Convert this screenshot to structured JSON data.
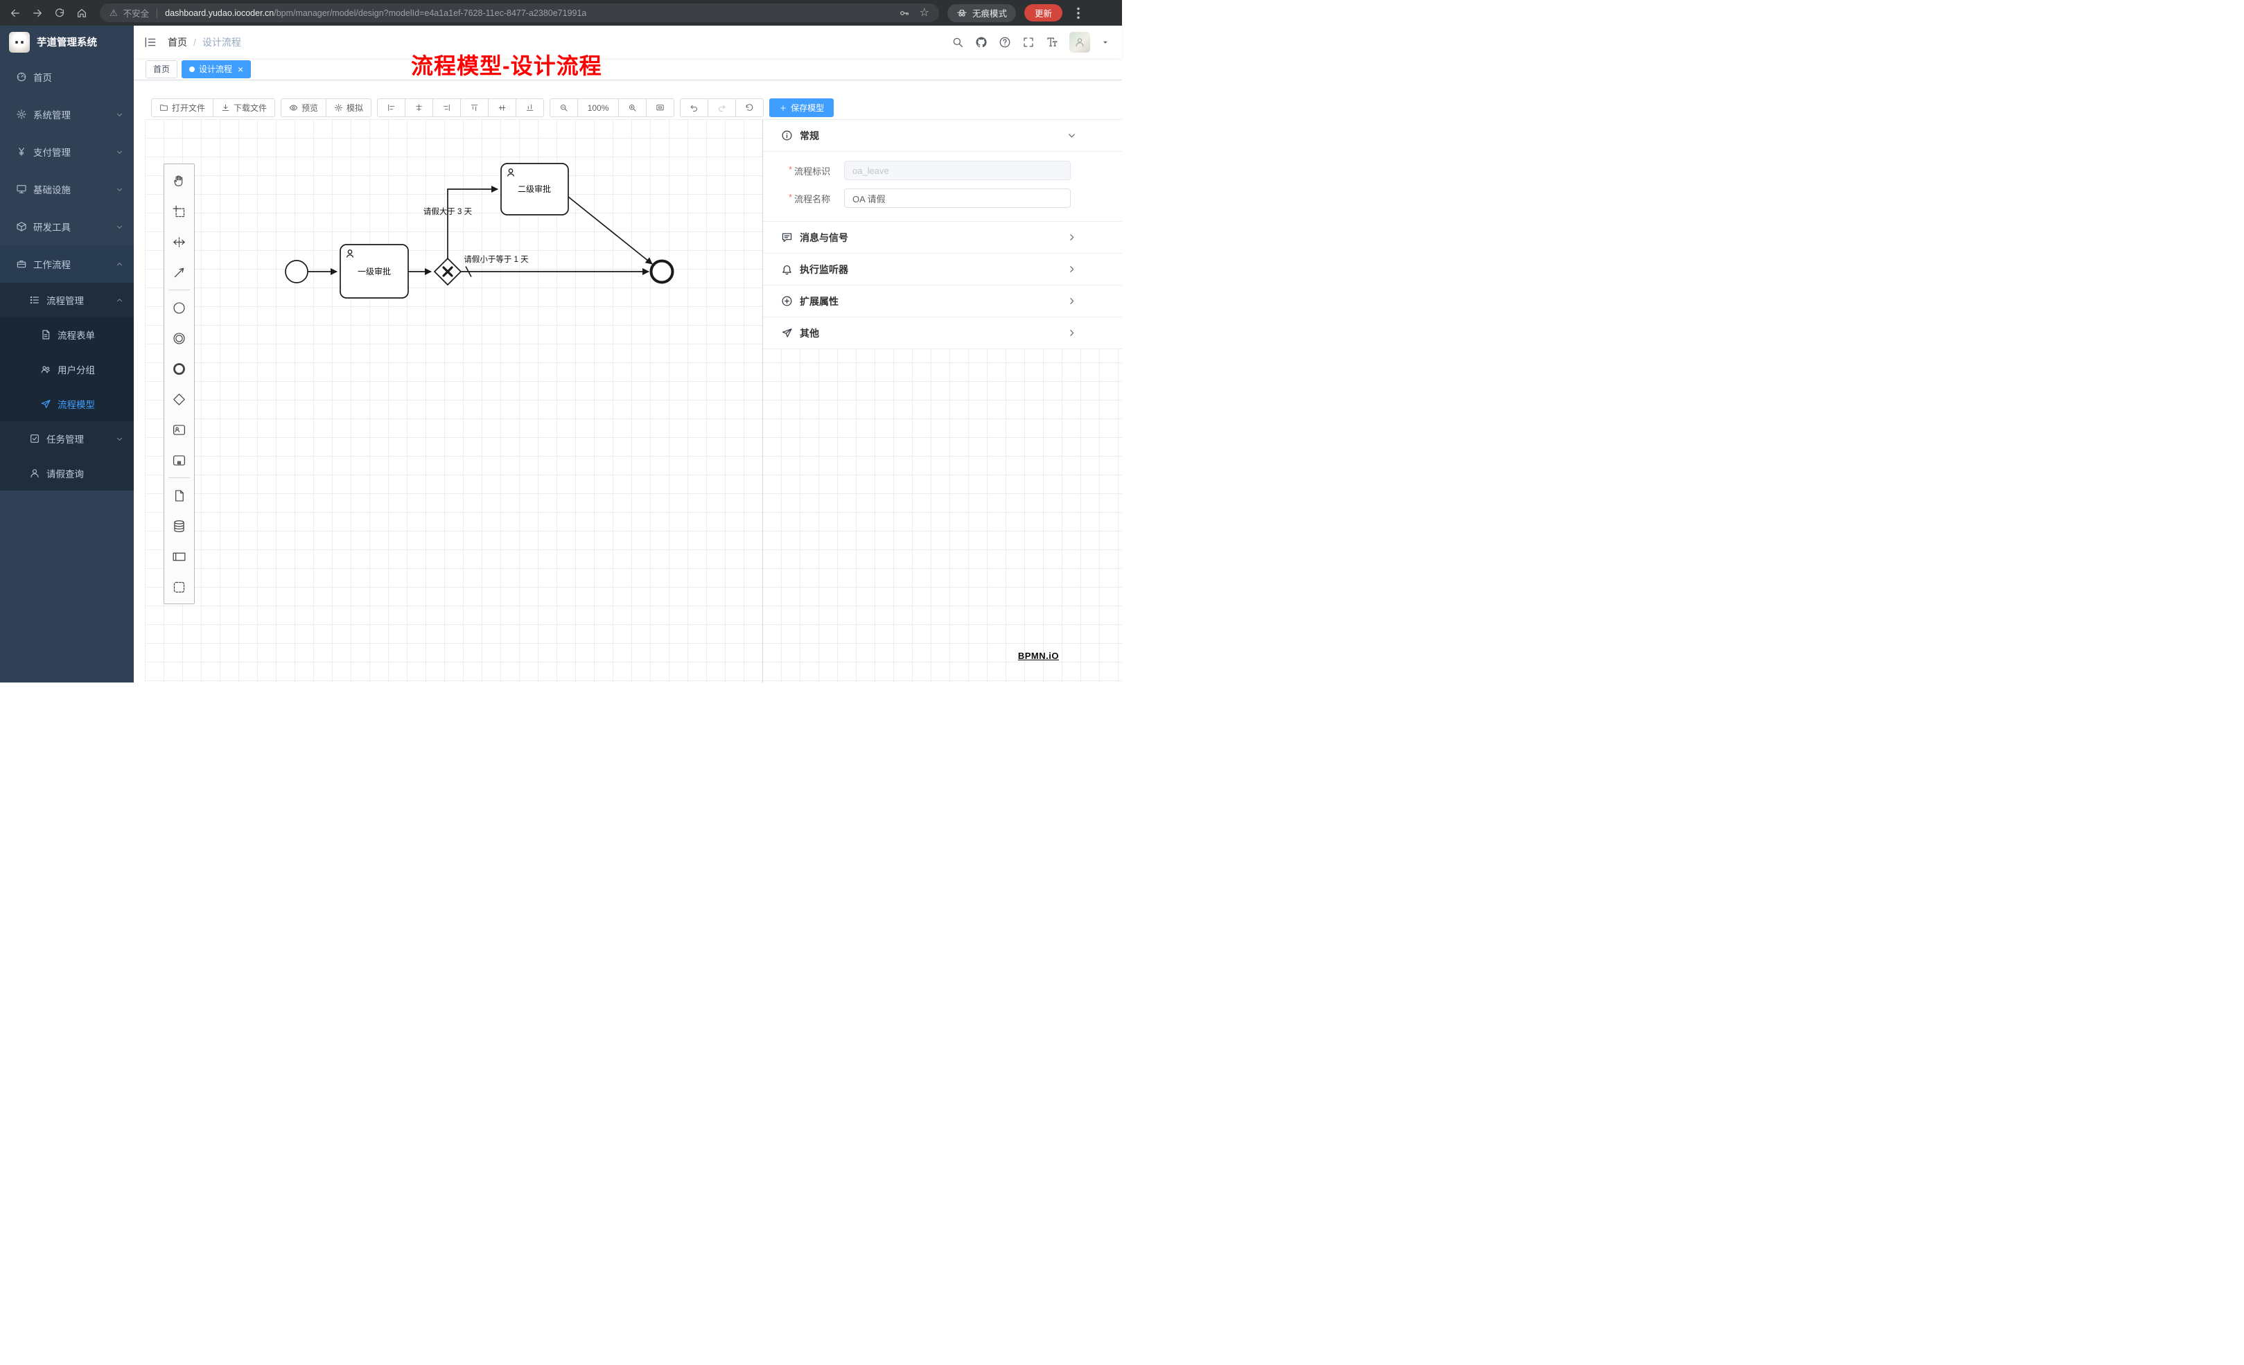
{
  "browser": {
    "security_label": "不安全",
    "url_domain": "dashboard.yudao.iocoder.cn",
    "url_path": "/bpm/manager/model/design?modelId=e4a1a1ef-7628-11ec-8477-a2380e71991a",
    "incognito_label": "无痕模式",
    "update_label": "更新"
  },
  "sidebar": {
    "logo_title": "芋道管理系统",
    "items": [
      {
        "label": "首页"
      },
      {
        "label": "系统管理"
      },
      {
        "label": "支付管理"
      },
      {
        "label": "基础设施"
      },
      {
        "label": "研发工具"
      },
      {
        "label": "工作流程"
      },
      {
        "label": "流程管理"
      },
      {
        "label": "流程表单"
      },
      {
        "label": "用户分组"
      },
      {
        "label": "流程模型"
      },
      {
        "label": "任务管理"
      },
      {
        "label": "请假查询"
      }
    ]
  },
  "header": {
    "breadcrumb_home": "首页",
    "breadcrumb_current": "设计流程"
  },
  "tabs": {
    "home": "首页",
    "active": "设计流程"
  },
  "annotation": "流程模型-设计流程",
  "toolbar": {
    "open_file": "打开文件",
    "download_file": "下载文件",
    "preview": "预览",
    "simulate": "模拟",
    "zoom_level": "100%",
    "save_model": "保存模型"
  },
  "diagram": {
    "task1": "一级审批",
    "task2": "二级审批",
    "flow_gt": "请假大于 3 天",
    "flow_le": "请假小于等于 1 天"
  },
  "panel": {
    "general": {
      "title": "常规",
      "fields": [
        {
          "label": "流程标识",
          "value": "oa_leave"
        },
        {
          "label": "流程名称",
          "value": "OA 请假"
        }
      ]
    },
    "sections": [
      {
        "title": "消息与信号"
      },
      {
        "title": "执行监听器"
      },
      {
        "title": "扩展属性"
      },
      {
        "title": "其他"
      }
    ]
  },
  "watermark": "BPMN.iO",
  "colors": {
    "accent": "#409eff",
    "sidebar_bg": "#304156",
    "annotation_red": "#fd0000"
  }
}
